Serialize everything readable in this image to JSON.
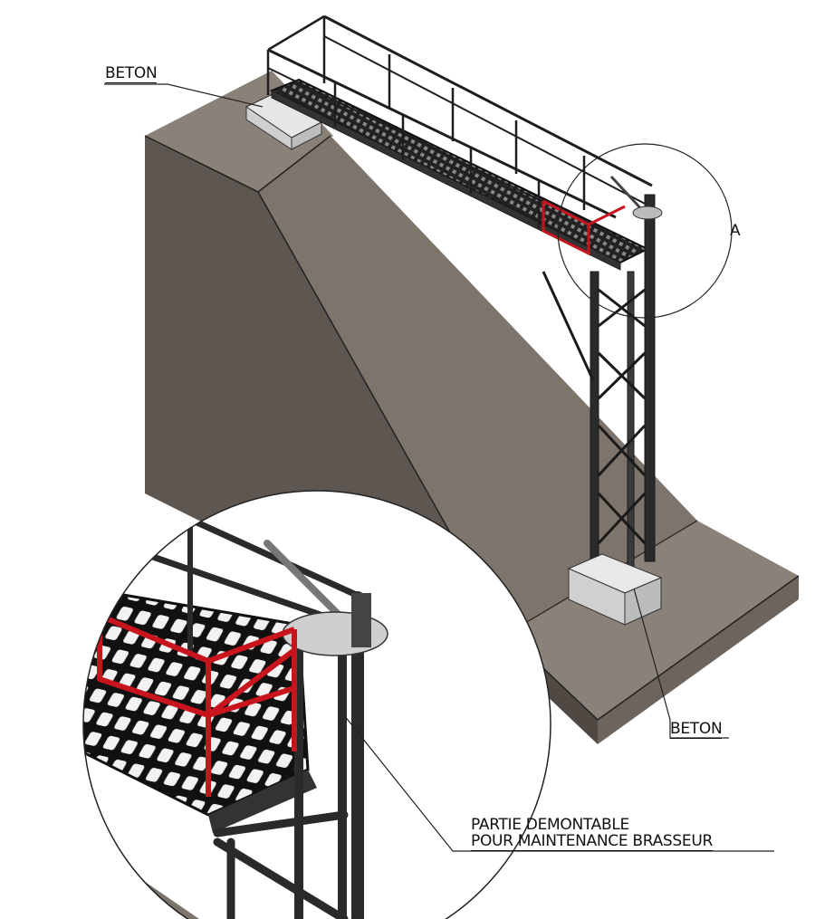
{
  "labels": {
    "beton_top": "BETON",
    "detail_marker": "A",
    "beton_bottom": "BETON",
    "removable_line1": "PARTIE DEMONTABLE",
    "removable_line2": "POUR MAINTENANCE BRASSEUR"
  },
  "colors": {
    "concrete_left": "#5e5650",
    "concrete_slope": "#7d746b",
    "concrete_top": "#8a8178",
    "steel": "#2a2a2a",
    "removable_rail": "#c8141c"
  }
}
